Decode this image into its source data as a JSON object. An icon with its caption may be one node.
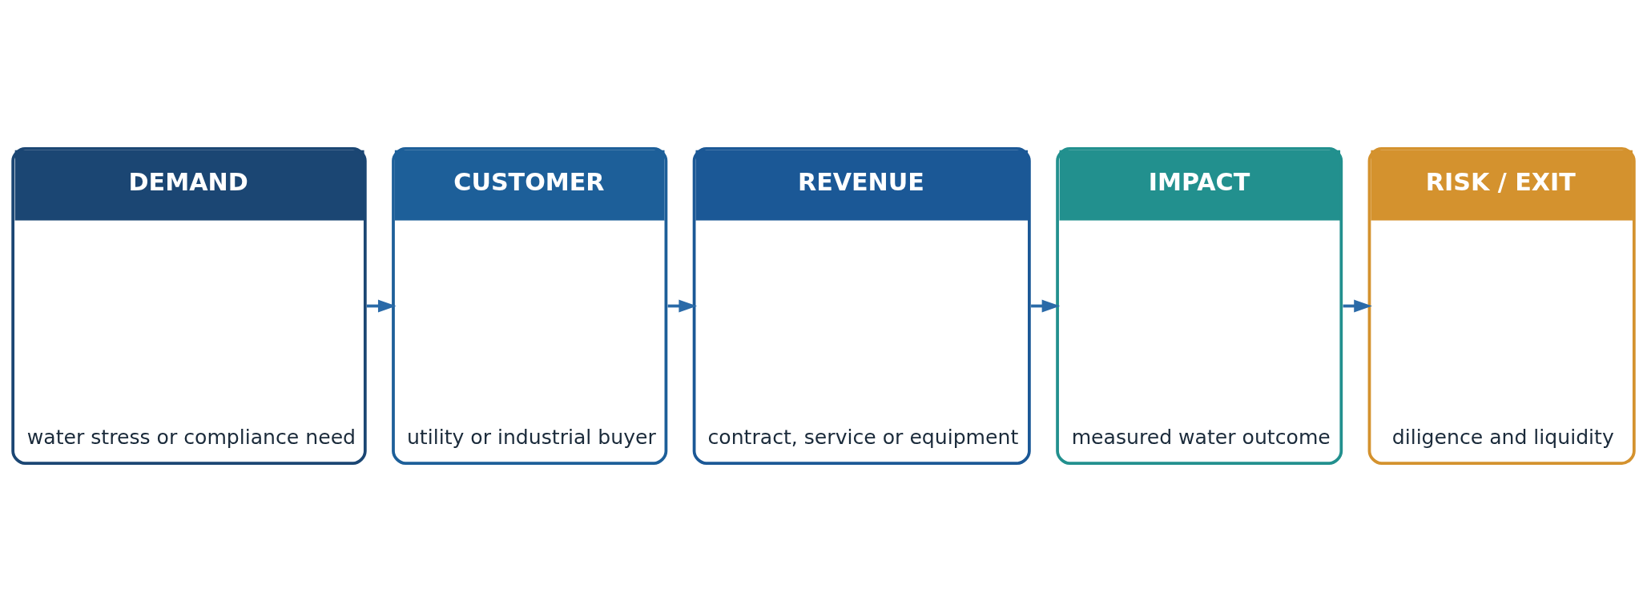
{
  "diagram": {
    "nodes": [
      {
        "text": [
          "DEMAND",
          "water stress or compliance need"
        ]
      },
      {
        "text": [
          "CUSTOMER",
          "utility or industrial buyer"
        ]
      },
      {
        "text": [
          "REVENUE",
          "contract, service or equipment"
        ]
      },
      {
        "text": [
          "IMPACT",
          "measured water outcome"
        ]
      },
      {
        "text": [
          "RISK / EXIT",
          "diligence and liquidity"
        ]
      }
    ],
    "edges": [
      {
        "from": 0,
        "to": 1,
        "arrow": "to"
      },
      {
        "from": 1,
        "to": 2,
        "arrow": "to"
      },
      {
        "from": 2,
        "to": 3,
        "arrow": "to"
      },
      {
        "from": 3,
        "to": 4,
        "arrow": "to"
      }
    ]
  }
}
